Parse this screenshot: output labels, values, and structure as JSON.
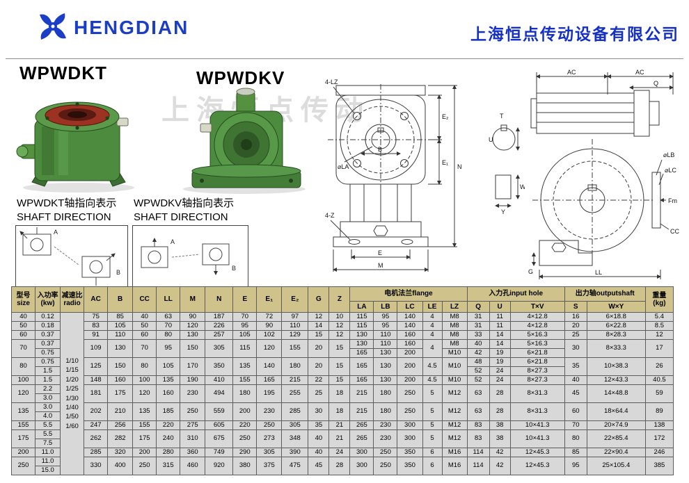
{
  "header": {
    "brand": "HENGDIAN",
    "company": "上海恒点传动设备有限公司"
  },
  "watermark": "上海恒点传动",
  "products": {
    "left": {
      "model": "WPWDKT",
      "dir_cn": "WPWDKT轴指向表示",
      "dir_en": "SHAFT DIRECTION"
    },
    "right": {
      "model": "WPWDKV",
      "dir_cn": "WPWDKV轴指向表示",
      "dir_en": "SHAFT DIRECTION"
    }
  },
  "diagram_marks": {
    "a": "A",
    "b": "B"
  },
  "drawings": {
    "front": {
      "lz": "4-LZ",
      "la": "⌀LA",
      "b": "B",
      "e": "E",
      "m": "M",
      "n": "N",
      "e2": "E₂",
      "e1": "E₁",
      "z": "4-Z"
    },
    "detail": {
      "t": "T",
      "u": "U",
      "w": "W",
      "y": "Y"
    },
    "side": {
      "ac1": "AC",
      "ac2": "AC",
      "q": "Q",
      "lb": "⌀LB",
      "lc": "⌀LC",
      "fm": "Fm",
      "cc": "CC",
      "g": "G",
      "ll": "LL"
    }
  },
  "colors": {
    "brand_blue": "#1b3ec6",
    "header_tan": "#cfc28a",
    "cell_gray": "#d8d8d8",
    "gear_green": "#4d8c3f"
  },
  "table": {
    "header_rows": [
      [
        {
          "t": "型号\nsize",
          "rs": 2
        },
        {
          "t": "入功率\n(kw)",
          "rs": 2
        },
        {
          "t": "减速比\nradio",
          "rs": 2
        },
        {
          "t": "AC",
          "rs": 2
        },
        {
          "t": "B",
          "rs": 2
        },
        {
          "t": "CC",
          "rs": 2
        },
        {
          "t": "LL",
          "rs": 2
        },
        {
          "t": "M",
          "rs": 2
        },
        {
          "t": "N",
          "rs": 2
        },
        {
          "t": "E",
          "rs": 2
        },
        {
          "t": "E₁",
          "rs": 2
        },
        {
          "t": "E₂",
          "rs": 2
        },
        {
          "t": "G",
          "rs": 2
        },
        {
          "t": "Z",
          "rs": 2
        },
        {
          "t": "电机法兰flange",
          "cs": 5
        },
        {
          "t": "入力孔input hole",
          "cs": 3
        },
        {
          "t": "出力轴outputshaft",
          "cs": 2
        },
        {
          "t": "重量\n(kg)",
          "rs": 2
        }
      ],
      [
        "LA",
        "LB",
        "LC",
        "LE",
        "LZ",
        "Q",
        "U",
        "T×V",
        "S",
        "W×Y"
      ]
    ],
    "rows": [
      [
        "40",
        "0.12",
        {
          "t": "1/10\n1/15\n1/20\n1/25\n1/30\n1/40\n1/50\n1/60",
          "rs": 18,
          "cls": "radio-cell"
        },
        "75",
        "85",
        "40",
        "63",
        "90",
        "187",
        "70",
        "72",
        "97",
        "12",
        "10",
        "115",
        "95",
        "140",
        "4",
        "M8",
        "31",
        "11",
        "4×12.8",
        "16",
        "6×18.8",
        "5.4"
      ],
      [
        "50",
        "0.18",
        "83",
        "105",
        "50",
        "70",
        "120",
        "226",
        "95",
        "90",
        "110",
        "14",
        "12",
        "115",
        "95",
        "140",
        "4",
        "M8",
        "31",
        "11",
        "4×12.8",
        "20",
        "6×22.8",
        "8.5"
      ],
      [
        "60",
        "0.37",
        "91",
        "110",
        "60",
        "80",
        "130",
        "257",
        "105",
        "102",
        "129",
        "15",
        "12",
        "130",
        "110",
        "160",
        "4",
        "M8",
        "33",
        "14",
        "5×16.3",
        "25",
        "8×28.3",
        "12"
      ],
      [
        {
          "t": "70",
          "rs": 2
        },
        "0.37",
        {
          "t": "109",
          "rs": 2
        },
        {
          "t": "130",
          "rs": 2
        },
        {
          "t": "70",
          "rs": 2
        },
        {
          "t": "95",
          "rs": 2
        },
        {
          "t": "150",
          "rs": 2
        },
        {
          "t": "305",
          "rs": 2
        },
        {
          "t": "115",
          "rs": 2
        },
        {
          "t": "120",
          "rs": 2
        },
        {
          "t": "155",
          "rs": 2
        },
        {
          "t": "20",
          "rs": 2
        },
        {
          "t": "15",
          "rs": 2
        },
        "130",
        "110",
        "160",
        {
          "t": "4",
          "rs": 2
        },
        "M8",
        "40",
        "14",
        "5×16.3",
        {
          "t": "30",
          "rs": 2
        },
        {
          "t": "8×33.3",
          "rs": 2
        },
        {
          "t": "17",
          "rs": 2
        }
      ],
      [
        "0.75",
        "165",
        "130",
        "200",
        "M10",
        "42",
        "19",
        "6×21.8"
      ],
      [
        {
          "t": "80",
          "rs": 2
        },
        "0.75",
        {
          "t": "125",
          "rs": 2
        },
        {
          "t": "150",
          "rs": 2
        },
        {
          "t": "80",
          "rs": 2
        },
        {
          "t": "105",
          "rs": 2
        },
        {
          "t": "170",
          "rs": 2
        },
        {
          "t": "350",
          "rs": 2
        },
        {
          "t": "135",
          "rs": 2
        },
        {
          "t": "140",
          "rs": 2
        },
        {
          "t": "180",
          "rs": 2
        },
        {
          "t": "20",
          "rs": 2
        },
        {
          "t": "15",
          "rs": 2
        },
        {
          "t": "165",
          "rs": 2
        },
        {
          "t": "130",
          "rs": 2
        },
        {
          "t": "200",
          "rs": 2
        },
        {
          "t": "4.5",
          "rs": 2
        },
        {
          "t": "M10",
          "rs": 2
        },
        "48",
        "19",
        "6×21.8",
        {
          "t": "35",
          "rs": 2
        },
        {
          "t": "10×38.3",
          "rs": 2
        },
        {
          "t": "26",
          "rs": 2
        }
      ],
      [
        "1.5",
        "52",
        "24",
        "8×27.3"
      ],
      [
        "100",
        "1.5",
        "148",
        "160",
        "100",
        "135",
        "190",
        "410",
        "155",
        "165",
        "215",
        "22",
        "15",
        "165",
        "130",
        "200",
        "4.5",
        "M10",
        "52",
        "24",
        "8×27.3",
        "40",
        "12×43.3",
        "40.5"
      ],
      [
        {
          "t": "120",
          "rs": 2
        },
        "2.2",
        {
          "t": "181",
          "rs": 2
        },
        {
          "t": "175",
          "rs": 2
        },
        {
          "t": "120",
          "rs": 2
        },
        {
          "t": "160",
          "rs": 2
        },
        {
          "t": "230",
          "rs": 2
        },
        {
          "t": "494",
          "rs": 2
        },
        {
          "t": "180",
          "rs": 2
        },
        {
          "t": "195",
          "rs": 2
        },
        {
          "t": "255",
          "rs": 2
        },
        {
          "t": "25",
          "rs": 2
        },
        {
          "t": "18",
          "rs": 2
        },
        {
          "t": "215",
          "rs": 2
        },
        {
          "t": "180",
          "rs": 2
        },
        {
          "t": "250",
          "rs": 2
        },
        {
          "t": "5",
          "rs": 2
        },
        {
          "t": "M12",
          "rs": 2
        },
        {
          "t": "63",
          "rs": 2
        },
        {
          "t": "28",
          "rs": 2
        },
        {
          "t": "8×31.3",
          "rs": 2
        },
        {
          "t": "45",
          "rs": 2
        },
        {
          "t": "14×48.8",
          "rs": 2
        },
        {
          "t": "59",
          "rs": 2
        }
      ],
      [
        "3.0"
      ],
      [
        {
          "t": "135",
          "rs": 2
        },
        "3.0",
        {
          "t": "202",
          "rs": 2
        },
        {
          "t": "210",
          "rs": 2
        },
        {
          "t": "135",
          "rs": 2
        },
        {
          "t": "185",
          "rs": 2
        },
        {
          "t": "250",
          "rs": 2
        },
        {
          "t": "559",
          "rs": 2
        },
        {
          "t": "200",
          "rs": 2
        },
        {
          "t": "230",
          "rs": 2
        },
        {
          "t": "285",
          "rs": 2
        },
        {
          "t": "30",
          "rs": 2
        },
        {
          "t": "18",
          "rs": 2
        },
        {
          "t": "215",
          "rs": 2
        },
        {
          "t": "180",
          "rs": 2
        },
        {
          "t": "250",
          "rs": 2
        },
        {
          "t": "5",
          "rs": 2
        },
        {
          "t": "M12",
          "rs": 2
        },
        {
          "t": "63",
          "rs": 2
        },
        {
          "t": "28",
          "rs": 2
        },
        {
          "t": "8×31.3",
          "rs": 2
        },
        {
          "t": "60",
          "rs": 2
        },
        {
          "t": "18×64.4",
          "rs": 2
        },
        {
          "t": "89",
          "rs": 2
        }
      ],
      [
        "4.0"
      ],
      [
        "155",
        "5.5",
        "247",
        "256",
        "155",
        "220",
        "275",
        "605",
        "220",
        "250",
        "305",
        "35",
        "21",
        "265",
        "230",
        "300",
        "5",
        "M12",
        "83",
        "38",
        "10×41.3",
        "70",
        "20×74.9",
        "138"
      ],
      [
        {
          "t": "175",
          "rs": 2
        },
        "5.5",
        {
          "t": "262",
          "rs": 2
        },
        {
          "t": "282",
          "rs": 2
        },
        {
          "t": "175",
          "rs": 2
        },
        {
          "t": "240",
          "rs": 2
        },
        {
          "t": "310",
          "rs": 2
        },
        {
          "t": "675",
          "rs": 2
        },
        {
          "t": "250",
          "rs": 2
        },
        {
          "t": "273",
          "rs": 2
        },
        {
          "t": "348",
          "rs": 2
        },
        {
          "t": "40",
          "rs": 2
        },
        {
          "t": "21",
          "rs": 2
        },
        {
          "t": "265",
          "rs": 2
        },
        {
          "t": "230",
          "rs": 2
        },
        {
          "t": "300",
          "rs": 2
        },
        {
          "t": "5",
          "rs": 2
        },
        {
          "t": "M12",
          "rs": 2
        },
        {
          "t": "83",
          "rs": 2
        },
        {
          "t": "38",
          "rs": 2
        },
        {
          "t": "10×41.3",
          "rs": 2
        },
        {
          "t": "80",
          "rs": 2
        },
        {
          "t": "22×85.4",
          "rs": 2
        },
        {
          "t": "172",
          "rs": 2
        }
      ],
      [
        "7.5"
      ],
      [
        "200",
        "11.0",
        "285",
        "320",
        "200",
        "280",
        "360",
        "749",
        "290",
        "305",
        "390",
        "40",
        "24",
        "300",
        "250",
        "350",
        "6",
        "M16",
        "114",
        "42",
        "12×45.3",
        "85",
        "22×90.4",
        "246"
      ],
      [
        {
          "t": "250",
          "rs": 2
        },
        "11.0",
        {
          "t": "330",
          "rs": 2
        },
        {
          "t": "400",
          "rs": 2
        },
        {
          "t": "250",
          "rs": 2
        },
        {
          "t": "315",
          "rs": 2
        },
        {
          "t": "460",
          "rs": 2
        },
        {
          "t": "920",
          "rs": 2
        },
        {
          "t": "380",
          "rs": 2
        },
        {
          "t": "375",
          "rs": 2
        },
        {
          "t": "475",
          "rs": 2
        },
        {
          "t": "45",
          "rs": 2
        },
        {
          "t": "28",
          "rs": 2
        },
        {
          "t": "300",
          "rs": 2
        },
        {
          "t": "250",
          "rs": 2
        },
        {
          "t": "350",
          "rs": 2
        },
        {
          "t": "6",
          "rs": 2
        },
        {
          "t": "M16",
          "rs": 2
        },
        {
          "t": "114",
          "rs": 2
        },
        {
          "t": "42",
          "rs": 2
        },
        {
          "t": "12×45.3",
          "rs": 2
        },
        {
          "t": "95",
          "rs": 2
        },
        {
          "t": "25×105.4",
          "rs": 2
        },
        {
          "t": "385",
          "rs": 2
        }
      ],
      [
        "15.0"
      ]
    ]
  }
}
